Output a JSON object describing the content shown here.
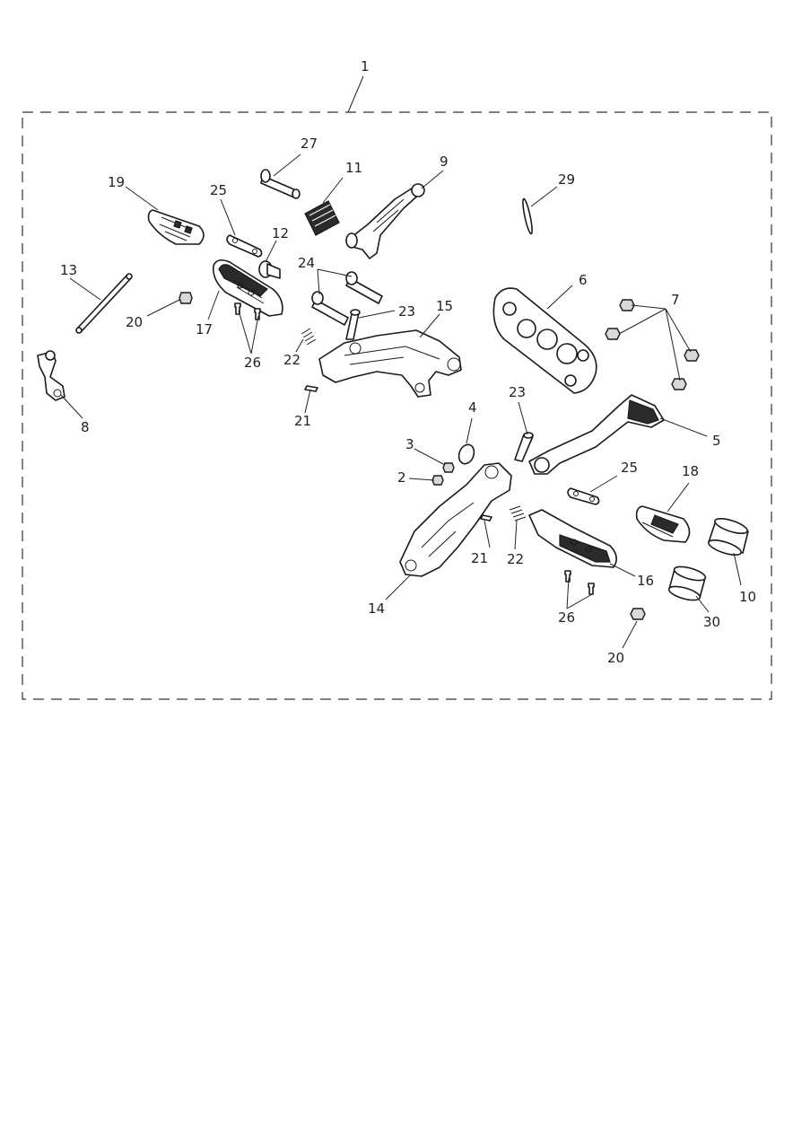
{
  "labels": {
    "l1": "1",
    "l2": "2",
    "l3": "3",
    "l4": "4",
    "l5": "5",
    "l6": "6",
    "l7": "7",
    "l8": "8",
    "l9": "9",
    "l10": "10",
    "l11": "11",
    "l12": "12",
    "l13": "13",
    "l14": "14",
    "l15": "15",
    "l16": "16",
    "l17": "17",
    "l18": "18",
    "l19": "19",
    "l20a": "20",
    "l20b": "20",
    "l21a": "21",
    "l21b": "21",
    "l22a": "22",
    "l22b": "22",
    "l23a": "23",
    "l23b": "23",
    "l24": "24",
    "l25a": "25",
    "l25b": "25",
    "l26a": "26",
    "l26b": "26",
    "l27": "27",
    "l29": "29",
    "l30": "30"
  }
}
